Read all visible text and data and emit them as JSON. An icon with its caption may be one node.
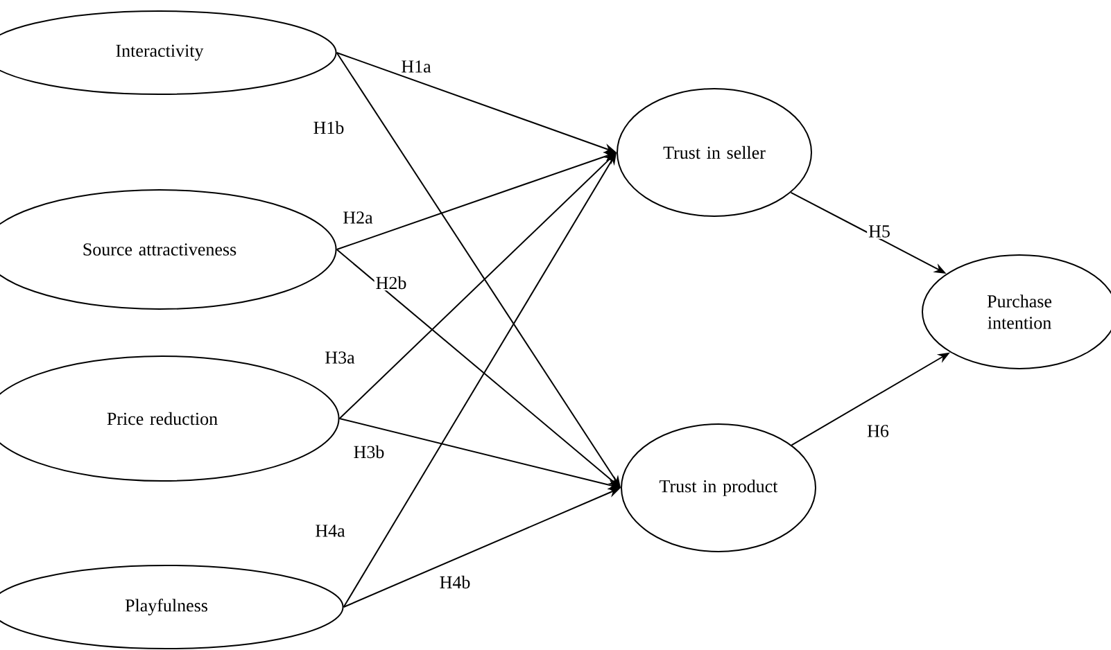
{
  "diagram": {
    "nodes": [
      {
        "text": [
          "Interactivity"
        ]
      },
      {
        "text": [
          "Source attractiveness"
        ]
      },
      {
        "text": [
          "Price reduction"
        ]
      },
      {
        "text": [
          "Playfulness"
        ]
      },
      {
        "text": [
          "Trust in seller"
        ]
      },
      {
        "text": [
          "Trust in product"
        ]
      },
      {
        "text": [
          "Purchase intention"
        ]
      }
    ],
    "edges": [
      {
        "from": 0,
        "to": 4,
        "arrow": "to",
        "label": "H1a"
      },
      {
        "from": 0,
        "to": 5,
        "arrow": "to",
        "label": "H1b"
      },
      {
        "from": 1,
        "to": 4,
        "arrow": "to",
        "label": "H2a"
      },
      {
        "from": 1,
        "to": 5,
        "arrow": "to",
        "label": "H2b"
      },
      {
        "from": 2,
        "to": 4,
        "arrow": "to",
        "label": "H3a"
      },
      {
        "from": 2,
        "to": 5,
        "arrow": "to",
        "label": "H3b"
      },
      {
        "from": 3,
        "to": 4,
        "arrow": "to",
        "label": "H4a"
      },
      {
        "from": 3,
        "to": 5,
        "arrow": "to",
        "label": "H4b"
      },
      {
        "from": 4,
        "to": 6,
        "arrow": "to",
        "label": "H5"
      },
      {
        "from": 5,
        "to": 6,
        "arrow": "to",
        "label": "H6"
      }
    ]
  }
}
